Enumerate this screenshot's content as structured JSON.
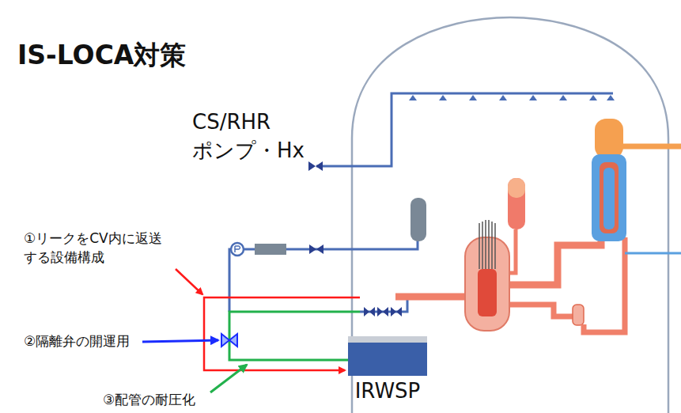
{
  "diagram": {
    "title": "IS-LOCA対策",
    "nodes": [
      {
        "text": [
          "IRWSP"
        ]
      }
    ],
    "labels": [
      "CS/RHR ポンプ・Hx",
      "①リークをCV内に返送 する設備構成",
      "②隔離弁の開運用",
      "③配管の耐圧化"
    ]
  }
}
